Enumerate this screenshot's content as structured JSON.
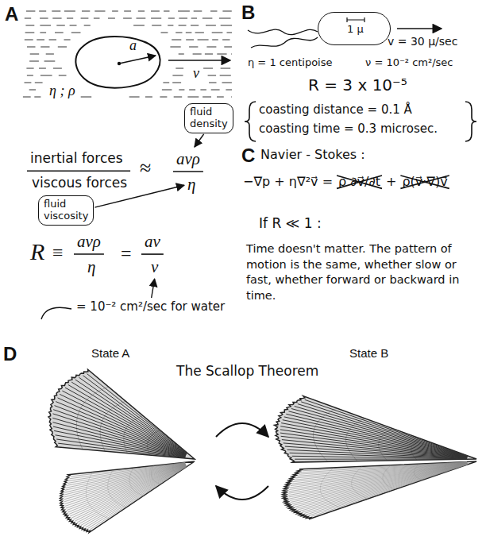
{
  "diagram": {
    "nodes": [
      {
        "text": [
          "a"
        ]
      },
      {
        "text": [
          "fluid density"
        ]
      },
      {
        "text": [
          "fluid viscosity"
        ]
      },
      {
        "text": [
          "1 μ"
        ]
      }
    ],
    "labels": [
      "A",
      "η ; ρ",
      "v",
      "inertial forces",
      "viscous forces",
      "≈",
      "avρ",
      "η",
      "R",
      "≡",
      "avρ",
      "η",
      "=",
      "av",
      "ν",
      "= 10⁻² cm²/sec for water",
      "B",
      "v = 30 μ/sec",
      "η = 1 centipoise",
      "ν = 10⁻² cm²/sec",
      "R = 3 x 10⁻⁵",
      "coasting distance = 0.1 Å",
      "coasting time = 0.3 microsec.",
      "C",
      "Navier - Stokes :",
      "−∇p + η∇²v⃗ =",
      "ρ ∂v⃗/∂t",
      "+",
      "ρ(v⃗·∇)v⃗",
      "If R ≪ 1 :",
      "Time doesn't matter. The pattern of motion is the same, whether slow or fast, whether forward or backward in time.",
      "D",
      "State A",
      "The Scallop Theorem",
      "State B"
    ]
  }
}
